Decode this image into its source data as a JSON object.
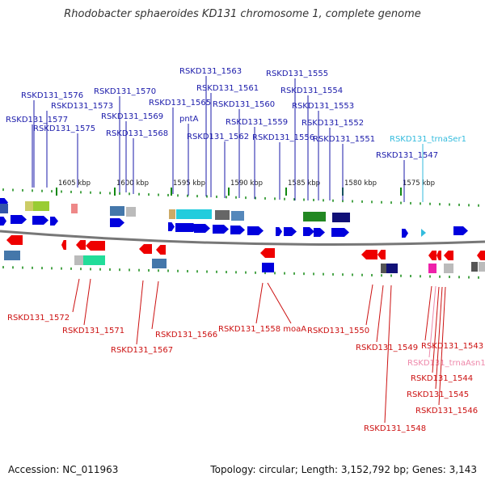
{
  "title": "Rhodobacter sphaeroides KD131 chromosome 1, complete genome",
  "accession": "Accession: NC_011963",
  "summary": "Topology: circular; Length: 3,152,792 bp; Genes: 3,143",
  "colors": {
    "forward_gene": "#0000dd",
    "reverse_gene": "#ee0000",
    "forward_label": "#1a1aaa",
    "reverse_label": "#cc1111",
    "trna_forward": "#33bbdd",
    "trna_reverse": "#ee88aa",
    "backbone": "#777777",
    "tick": "#118811"
  },
  "ticks": [
    {
      "label": "1605 kbp"
    },
    {
      "label": "1600 kbp"
    },
    {
      "label": "1595 kbp"
    },
    {
      "label": "1590 kbp"
    },
    {
      "label": "1585 kbp"
    },
    {
      "label": "1580 kbp"
    },
    {
      "label": "1575 kbp"
    }
  ],
  "top_labels": [
    {
      "text": "RSKD131_1576"
    },
    {
      "text": "RSKD131_1577"
    },
    {
      "text": "RSKD131_1573"
    },
    {
      "text": "RSKD131_1575"
    },
    {
      "text": "RSKD131_1570"
    },
    {
      "text": "RSKD131_1569"
    },
    {
      "text": "RSKD131_1568"
    },
    {
      "text": "RSKD131_1565"
    },
    {
      "text": "pntA"
    },
    {
      "text": "RSKD131_1563"
    },
    {
      "text": "RSKD131_1561"
    },
    {
      "text": "RSKD131_1562"
    },
    {
      "text": "RSKD131_1560"
    },
    {
      "text": "RSKD131_1559"
    },
    {
      "text": "RSKD131_1556"
    },
    {
      "text": "RSKD131_1555"
    },
    {
      "text": "RSKD131_1554"
    },
    {
      "text": "RSKD131_1553"
    },
    {
      "text": "RSKD131_1552"
    },
    {
      "text": "RSKD131_1551"
    },
    {
      "text": "RSKD131_trnaSer1",
      "kind": "trna"
    },
    {
      "text": "RSKD131_1547"
    }
  ],
  "bottom_labels": [
    {
      "text": "RSKD131_1572"
    },
    {
      "text": "RSKD131_1571"
    },
    {
      "text": "RSKD131_1567"
    },
    {
      "text": "RSKD131_1566"
    },
    {
      "text": "RSKD131_1558 moaA"
    },
    {
      "text": "RSKD131_1550"
    },
    {
      "text": "RSKD131_1549"
    },
    {
      "text": "RSKD131_1543"
    },
    {
      "text": "RSKD131_trnaAsn1",
      "kind": "trna"
    },
    {
      "text": "RSKD131_1544"
    },
    {
      "text": "RSKD131_1545"
    },
    {
      "text": "RSKD131_1546"
    },
    {
      "text": "RSKD131_1548"
    }
  ]
}
